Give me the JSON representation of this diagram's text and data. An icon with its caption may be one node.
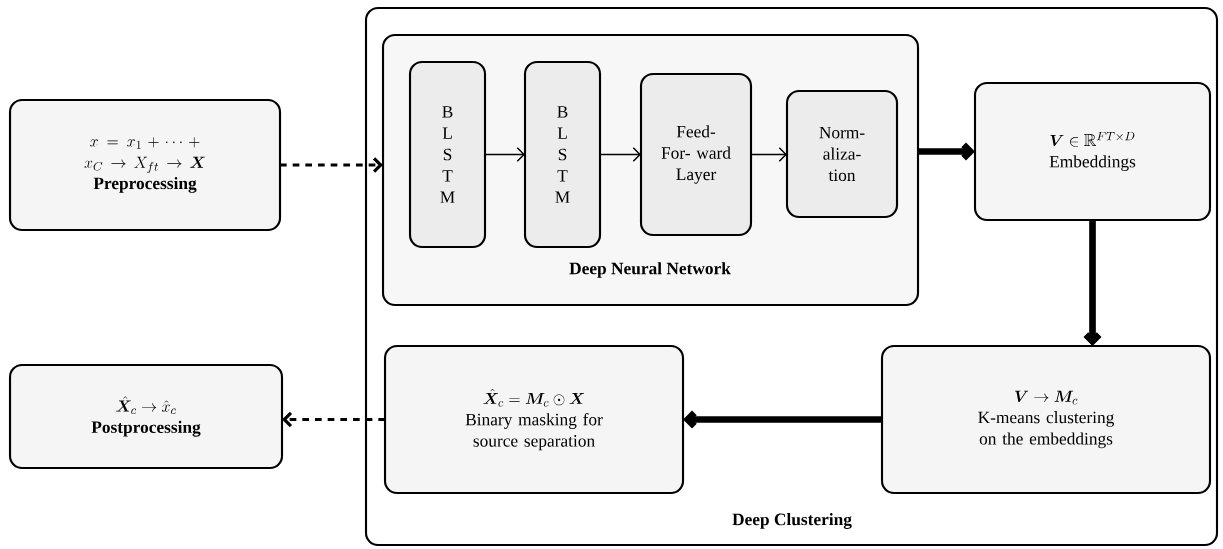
{
  "diagram": {
    "nodes": [
      {
        "text": [
          "x=x_1+\\cdots+x_C \\rightarrow X_{ft} \\rightarrow \\boldsymbol{X}",
          "Preprocessing"
        ]
      },
      {
        "text": [
          "Deep Clustering"
        ]
      },
      {
        "text": [
          "Deep Neural Network"
        ],
        "in": 1
      },
      {
        "text": [
          "B L S T M"
        ],
        "in": 2
      },
      {
        "text": [
          "B L S T M"
        ],
        "in": 2
      },
      {
        "text": [
          "Feed- For- ward Layer"
        ],
        "in": 2
      },
      {
        "text": [
          "Norm- aliza- tion"
        ],
        "in": 2
      },
      {
        "text": [
          "\\boldsymbol{V}\\in\\mathbb{R}^{FT\\times D}",
          "Embeddings"
        ],
        "in": 1
      },
      {
        "text": [
          "\\boldsymbol{V}\\rightarrow\\boldsymbol{M}_c",
          "K-means clustering on the embeddings"
        ],
        "in": 1
      },
      {
        "text": [
          "\\hat{\\boldsymbol{X}}_c=\\boldsymbol{M}_c\\odot\\boldsymbol{X}",
          "Binary masking for source separation"
        ],
        "in": 1
      },
      {
        "text": [
          "\\hat{\\boldsymbol{X}}_c\\rightarrow\\hat{x}_c",
          "Postprocessing"
        ]
      }
    ],
    "edges": [
      {
        "from": 0,
        "to": 2,
        "arrow": "to",
        "style": "dashed"
      },
      {
        "from": 3,
        "to": 4,
        "arrow": "to"
      },
      {
        "from": 4,
        "to": 5,
        "arrow": "to"
      },
      {
        "from": 5,
        "to": 6,
        "arrow": "to"
      },
      {
        "from": 2,
        "to": 7,
        "arrow": "to",
        "style": "thick"
      },
      {
        "from": 7,
        "to": 8,
        "arrow": "to",
        "style": "thick"
      },
      {
        "from": 8,
        "to": 9,
        "arrow": "to",
        "style": "thick"
      },
      {
        "from": 9,
        "to": 10,
        "arrow": "to",
        "style": "dashed"
      }
    ]
  }
}
